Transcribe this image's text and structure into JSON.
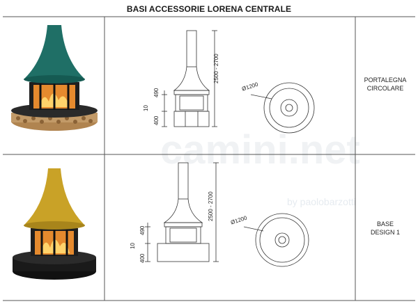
{
  "title": "BASI ACCESSORIE LORENA CENTRALE",
  "watermark": {
    "brand": "camini.net",
    "byline": "by paolobarzotti"
  },
  "rows": [
    {
      "label_line1": "PORTALEGNA",
      "label_line2": "CIRCOLARE",
      "dims": {
        "height": "2500 - 2700",
        "upper": "490",
        "gap": "10",
        "lower": "400",
        "diameter": "Ø1200"
      },
      "hood_color": "#1f6f66"
    },
    {
      "label_line1": "BASE",
      "label_line2": "DESIGN 1",
      "dims": {
        "height": "2500 - 2700",
        "upper": "490",
        "gap": "10",
        "lower": "400",
        "diameter": "Ø1200"
      },
      "hood_color": "#c9a227"
    }
  ]
}
